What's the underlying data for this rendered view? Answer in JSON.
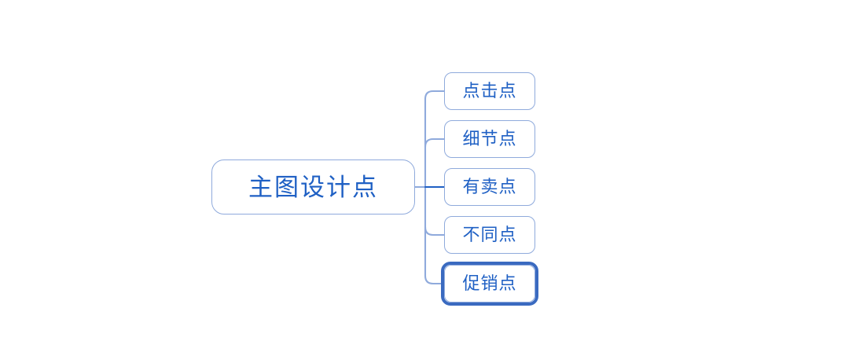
{
  "diagram": {
    "type": "mind-map",
    "background_color": "#ffffff",
    "node_border_color": "#8faadc",
    "node_text_color": "#1f60c4",
    "connector_color": "#8faadc",
    "selected_outline_color": "#3a6ac0",
    "root": {
      "label": "主图设计点"
    },
    "branches": [
      {
        "label": "点击点",
        "selected": false
      },
      {
        "label": "细节点",
        "selected": false
      },
      {
        "label": "有卖点",
        "selected": false
      },
      {
        "label": "不同点",
        "selected": false
      },
      {
        "label": "促销点",
        "selected": true
      }
    ]
  }
}
